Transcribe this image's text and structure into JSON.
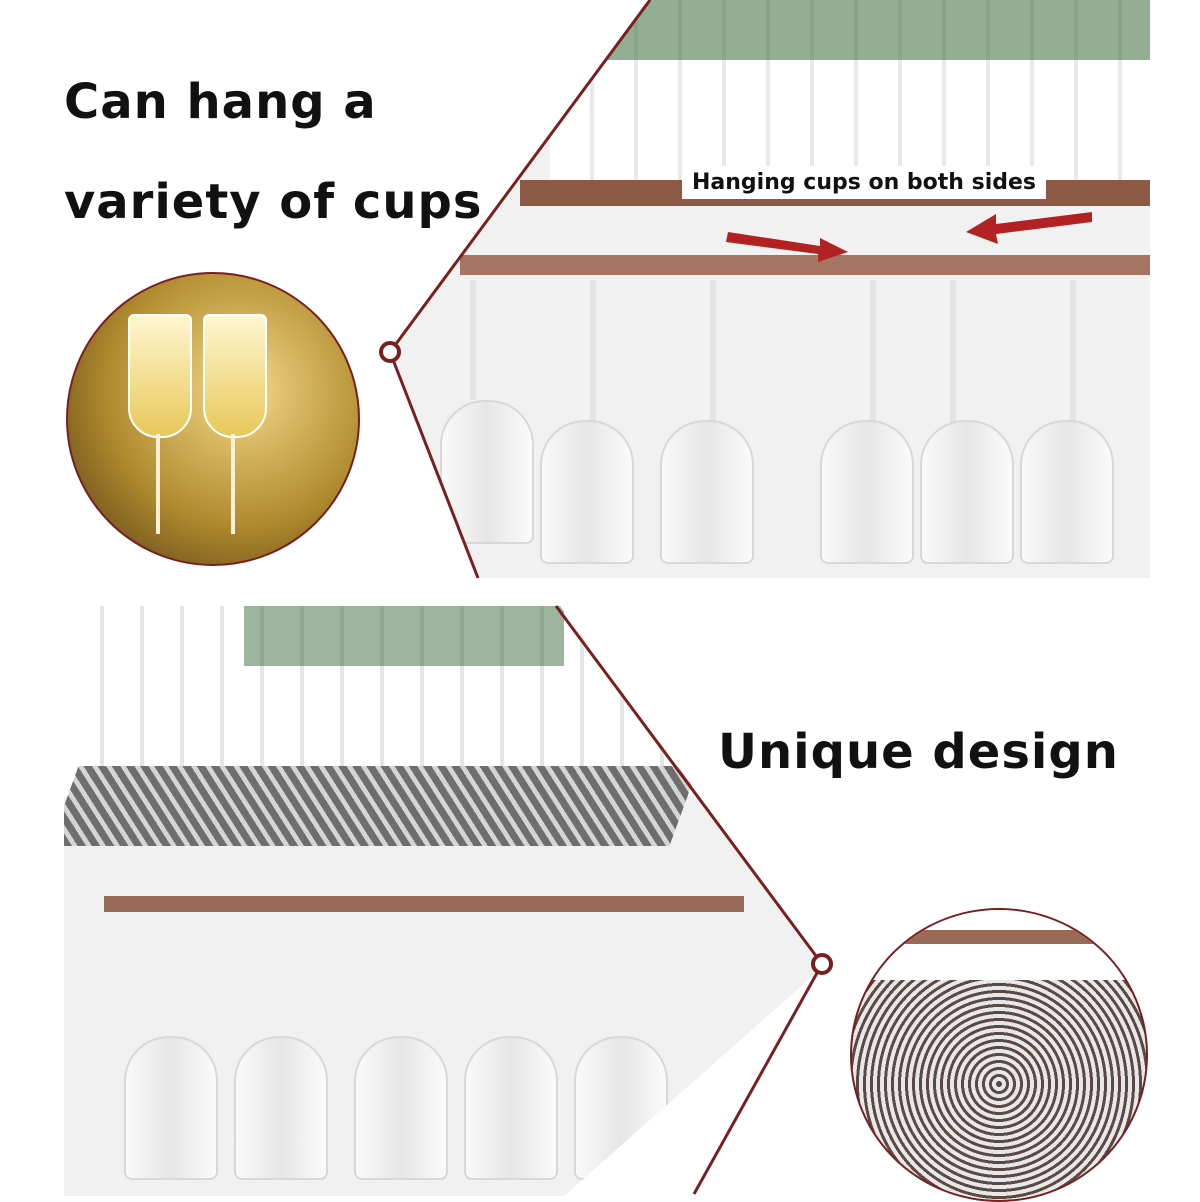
{
  "panels": {
    "top": {
      "headline_line1": "Can hang a",
      "headline_line2": "variety of cups",
      "callout_label": "Hanging cups on both sides",
      "inset_subject": "champagne-glasses",
      "photo_subject": "wine-glass-rack-with-hanging-glasses"
    },
    "bottom": {
      "headline": "Unique design",
      "inset_subject": "rack-mesh-detail",
      "photo_subject": "wine-glass-rack-shelf"
    }
  },
  "colors": {
    "accent_line": "#7a1f1f",
    "arrow": "#b22222",
    "rack_bronze": "#8c5a44",
    "text": "#111111",
    "background": "#ffffff"
  }
}
